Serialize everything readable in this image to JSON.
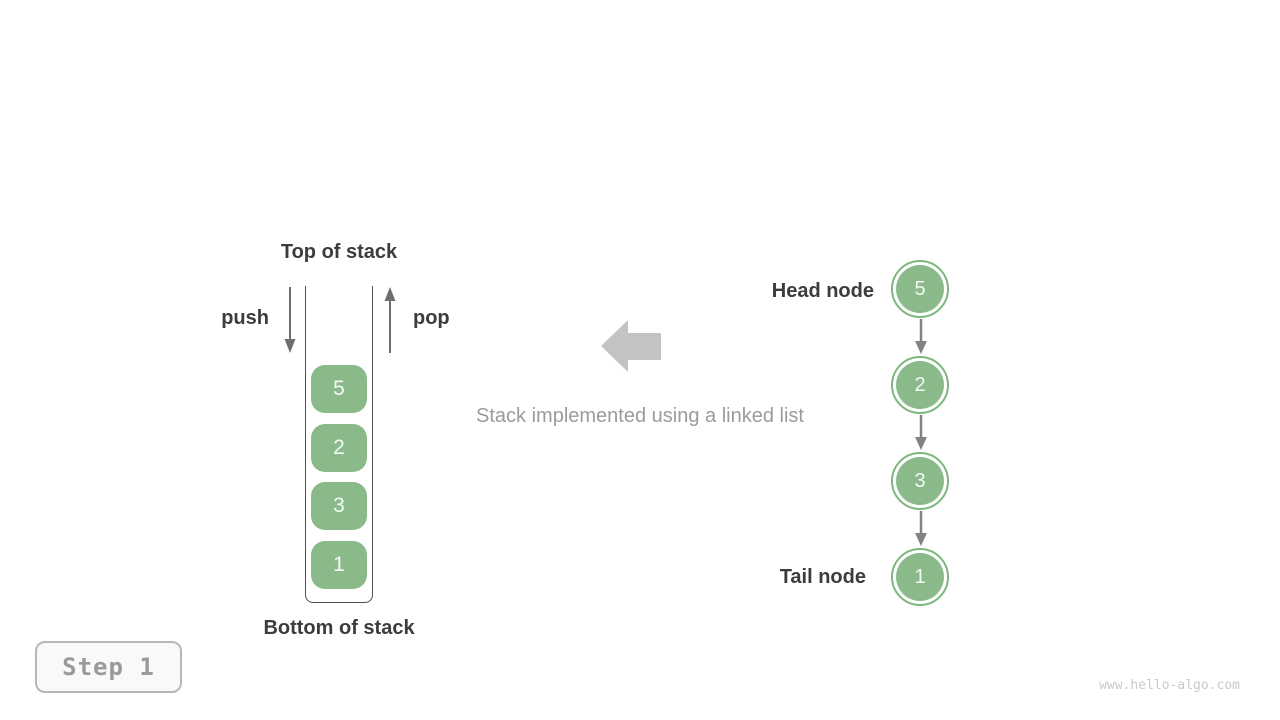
{
  "stack": {
    "top_label": "Top of stack",
    "bottom_label": "Bottom of stack",
    "push_label": "push",
    "pop_label": "pop",
    "items": [
      "5",
      "2",
      "3",
      "1"
    ]
  },
  "linked_list": {
    "head_label": "Head node",
    "tail_label": "Tail node",
    "nodes": [
      "5",
      "2",
      "3",
      "1"
    ]
  },
  "caption": "Stack implemented using a linked list",
  "step_badge": {
    "label": "Step 1"
  },
  "watermark": "www.hello-algo.com",
  "colors": {
    "node_green": "#8aba8a",
    "node_border_green": "#7db77d",
    "dark_text": "#3c3c3c",
    "caption_gray": "#9b9b9b",
    "arrow_gray": "#6e6e6e",
    "link_arrow_gray": "#828282",
    "block_arrow_gray": "#c3c3c3",
    "badge_border": "#b7b7b7",
    "badge_text": "#9a9a9a",
    "watermark_gray": "#c9c9c9"
  }
}
